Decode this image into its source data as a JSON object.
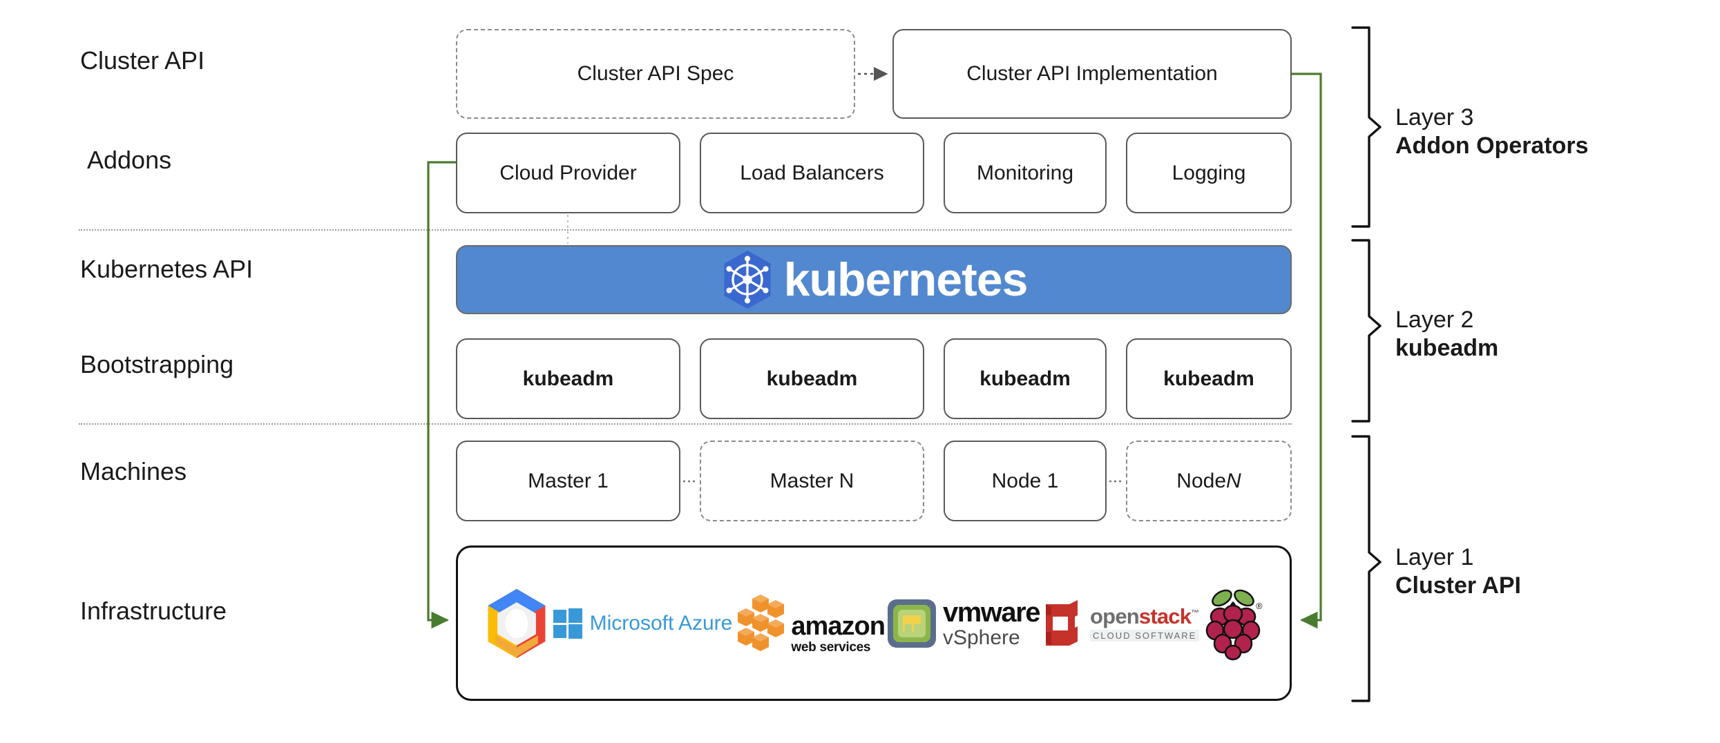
{
  "diagram": {
    "title": "Kubernetes Cluster API layered architecture",
    "accent_green": "#4a7c2f",
    "k8s_blue": "#5288cf",
    "k8s_logo_blue": "#3a68cf",
    "border_gray": "#595959",
    "separator_gray": "#9a9a9a"
  },
  "row_labels": [
    {
      "id": "cluster-api",
      "text": "Cluster API"
    },
    {
      "id": "addons",
      "text": "Addons"
    },
    {
      "id": "kubernetes-api",
      "text": "Kubernetes API"
    },
    {
      "id": "bootstrapping",
      "text": "Bootstrapping"
    },
    {
      "id": "machines",
      "text": "Machines"
    },
    {
      "id": "infrastructure",
      "text": "Infrastructure"
    }
  ],
  "cluster_api_row": [
    {
      "id": "cluster-api-spec",
      "label": "Cluster API Spec",
      "style": "dashed"
    },
    {
      "id": "cluster-api-implementation",
      "label": "Cluster API Implementation",
      "style": "solid"
    }
  ],
  "addons_row": [
    {
      "id": "cloud-provider",
      "label": "Cloud Provider",
      "style": "solid"
    },
    {
      "id": "load-balancers",
      "label": "Load Balancers",
      "style": "solid"
    },
    {
      "id": "monitoring",
      "label": "Monitoring",
      "style": "solid"
    },
    {
      "id": "logging",
      "label": "Logging",
      "style": "solid"
    }
  ],
  "kubernetes_banner": {
    "wordmark": "kubernetes",
    "logo_name": "kubernetes-helm-wheel-icon"
  },
  "bootstrapping_row": [
    {
      "id": "kubeadm-1",
      "label": "kubeadm",
      "style": "solid"
    },
    {
      "id": "kubeadm-2",
      "label": "kubeadm",
      "style": "solid"
    },
    {
      "id": "kubeadm-3",
      "label": "kubeadm",
      "style": "solid"
    },
    {
      "id": "kubeadm-4",
      "label": "kubeadm",
      "style": "solid"
    }
  ],
  "machines_row": [
    {
      "id": "master-1",
      "label": "Master 1",
      "style": "solid"
    },
    {
      "id": "master-n",
      "label": "Master N",
      "style": "dashed"
    },
    {
      "id": "node-1",
      "label": "Node 1",
      "style": "solid"
    },
    {
      "id": "node-n",
      "label_prefix": "Node ",
      "label_italic": "N",
      "style": "dashed"
    }
  ],
  "infrastructure_logos": [
    {
      "id": "google-cloud",
      "name": "google-cloud-logo",
      "text": ""
    },
    {
      "id": "microsoft-azure",
      "name": "microsoft-azure-logo",
      "text": "Microsoft Azure"
    },
    {
      "id": "amazon-web-services",
      "name": "aws-logo",
      "text": "amazon",
      "subtext": "web services"
    },
    {
      "id": "vmware-vsphere",
      "name": "vmware-vsphere-logo",
      "text": "vmware",
      "subtext": "vSphere"
    },
    {
      "id": "openstack",
      "name": "openstack-logo",
      "text_a": "open",
      "text_b": "stack",
      "subtext": "CLOUD SOFTWARE"
    },
    {
      "id": "raspberry-pi",
      "name": "raspberry-pi-logo",
      "text": ""
    }
  ],
  "layers": [
    {
      "id": "layer-3",
      "title": "Layer 3",
      "subtitle": "Addon Operators"
    },
    {
      "id": "layer-2",
      "title": "Layer 2",
      "subtitle": "kubeadm"
    },
    {
      "id": "layer-1",
      "title": "Layer 1",
      "subtitle": "Cluster API"
    }
  ],
  "connectors": [
    {
      "id": "spec-to-implementation",
      "style": "dotted-arrow",
      "color": "#555555"
    },
    {
      "id": "cloud-provider-to-infrastructure",
      "style": "green-arrow",
      "color": "#4a7c2f"
    },
    {
      "id": "implementation-to-infrastructure",
      "style": "green-arrow",
      "color": "#4a7c2f"
    }
  ]
}
